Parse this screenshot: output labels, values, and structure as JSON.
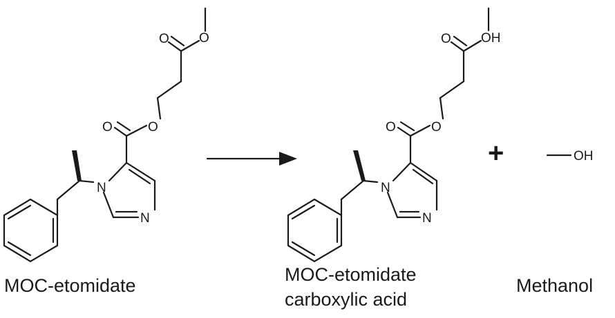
{
  "atoms": {
    "O": "O",
    "N": "N",
    "OH": "OH"
  },
  "reaction": {
    "plus": "+"
  },
  "captions": {
    "reactant": "MOC-etomidate",
    "product_line1": "MOC-etomidate",
    "product_line2": "carboxylic acid",
    "byproduct": "Methanol"
  }
}
